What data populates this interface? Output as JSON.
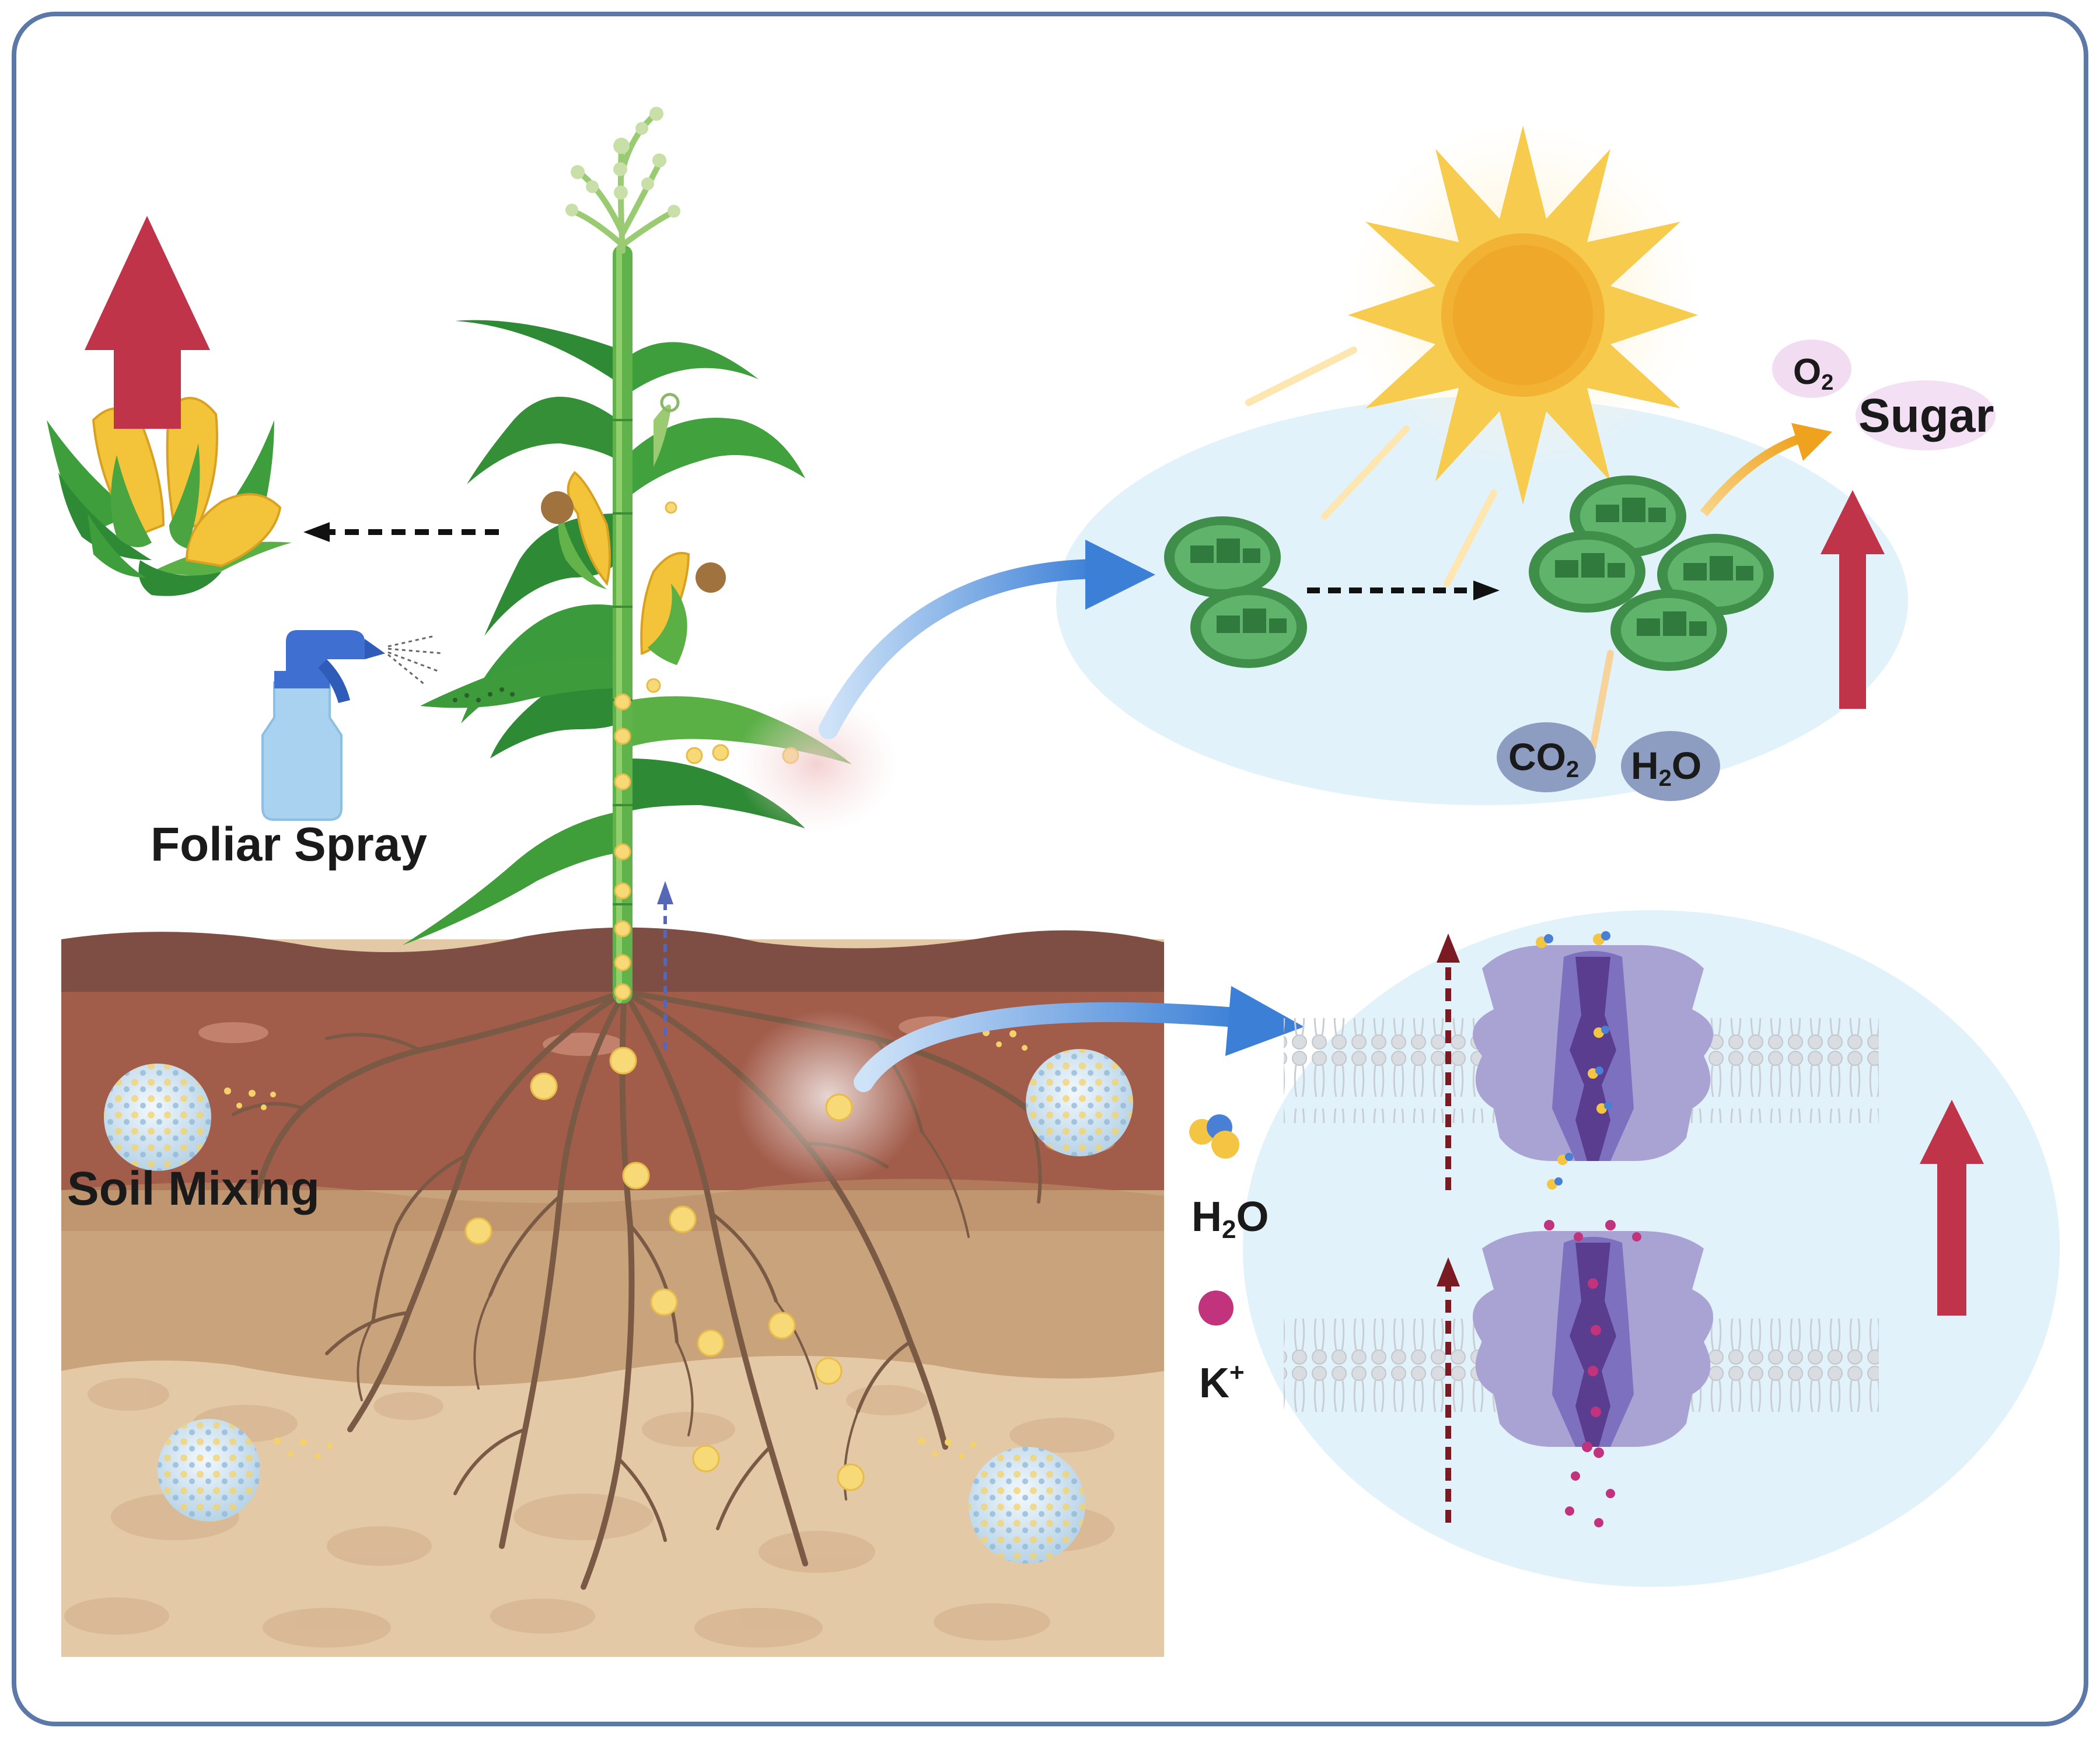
{
  "labels": {
    "foliar_spray": "Foliar Spray",
    "soil_mixing": "Soil Mixing",
    "o2": "O",
    "o2_sub": "2",
    "sugar": "Sugar",
    "co2": "CO",
    "co2_sub": "2",
    "h2o_top": "H",
    "h2o_top_sub": "2",
    "h2o_top_tail": "O",
    "h2o_mem": "H",
    "h2o_mem_sub": "2",
    "h2o_mem_tail": "O",
    "k_ion": "K",
    "k_ion_sup": "+"
  },
  "colors": {
    "frame": "#5b78a8",
    "up_arrow": "#c0344a",
    "blue_arrow": "#3b7fd6",
    "cell_bg": "#e2f2fb",
    "chloroplast": "#3f8f4a",
    "sun": "#f2b233",
    "soil_top": "#7e4e44",
    "soil_mid": "#a25c4a",
    "soil_low": "#c8a37c",
    "soil_base": "#e4c9a6",
    "channel": "#a9a3d4",
    "pore": "#5a3d8f",
    "potassium": "#c2337d",
    "nanoparticle": "#f4d26a"
  },
  "icons": [
    "spray-bottle-icon",
    "sun-icon",
    "chloroplast-icon",
    "corn-cob-icon",
    "ion-channel-icon",
    "nanoparticle-icon"
  ]
}
